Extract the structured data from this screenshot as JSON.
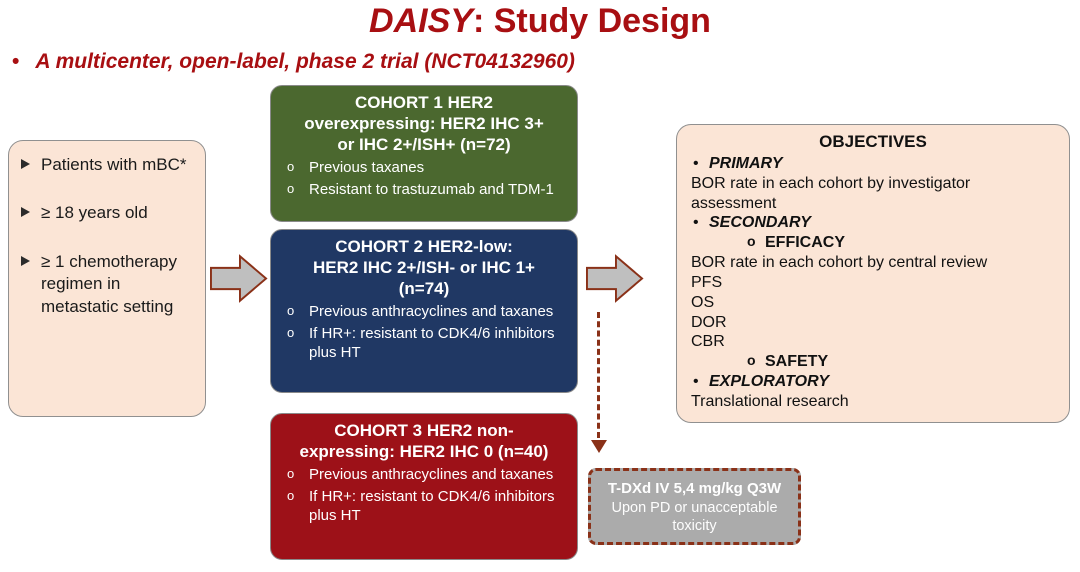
{
  "colors": {
    "title_red": "#A80F12",
    "cohort1_green": "#4B682F",
    "cohort2_navy": "#203864",
    "cohort3_red": "#9D1118",
    "peach_fill": "#FBE5D6",
    "arrow_gray": "#BFBFBF",
    "dashed_brown": "#8A3118",
    "treatment_gray": "#ABABAB"
  },
  "title": {
    "name": "DAISY",
    "suffix": ": Study Design"
  },
  "subtitle": "A multicenter, open-label, phase 2 trial (NCT04132960)",
  "patients_box": {
    "items": [
      "Patients with mBC*",
      "≥ 18 years old",
      "≥ 1 chemotherapy regimen  in metastatic setting"
    ]
  },
  "cohorts": [
    {
      "title_lines": [
        "COHORT 1 HER2",
        "overexpressing: HER2 IHC 3+",
        "or IHC 2+/ISH+ (n=72)"
      ],
      "bullets": [
        "Previous taxanes",
        "Resistant to trastuzumab and TDM-1"
      ]
    },
    {
      "title_lines": [
        "COHORT 2 HER2-low:",
        "HER2 IHC 2+/ISH- or IHC 1+",
        "(n=74)"
      ],
      "bullets": [
        "Previous anthracyclines and taxanes",
        "If HR+: resistant to CDK4/6 inhibitors plus HT"
      ]
    },
    {
      "title_lines": [
        "COHORT 3 HER2 non-",
        "expressing: HER2 IHC 0 (n=40)"
      ],
      "bullets": [
        "Previous anthracyclines and taxanes",
        "If HR+: resistant to CDK4/6 inhibitors plus HT"
      ]
    }
  ],
  "objectives": {
    "header": "OBJECTIVES",
    "items": [
      {
        "text": "PRIMARY",
        "level": "bullet1"
      },
      {
        "text": "BOR rate in each cohort by investigator assessment",
        "level": "plain"
      },
      {
        "text": "SECONDARY",
        "level": "bullet1"
      },
      {
        "text": "EFFICACY",
        "level": "bullet2"
      },
      {
        "text": "BOR rate in each cohort by central review",
        "level": "plain"
      },
      {
        "text": "PFS",
        "level": "plain"
      },
      {
        "text": "OS",
        "level": "plain"
      },
      {
        "text": "DOR",
        "level": "plain"
      },
      {
        "text": "CBR",
        "level": "plain"
      },
      {
        "text": "SAFETY",
        "level": "bullet2"
      },
      {
        "text": "EXPLORATORY",
        "level": "bullet1"
      },
      {
        "text": "Translational research",
        "level": "plain"
      }
    ]
  },
  "treatment_box": {
    "line1": "T-DXd IV 5,4 mg/kg Q3W",
    "line2": "Upon PD or unacceptable",
    "line3": "toxicity"
  }
}
